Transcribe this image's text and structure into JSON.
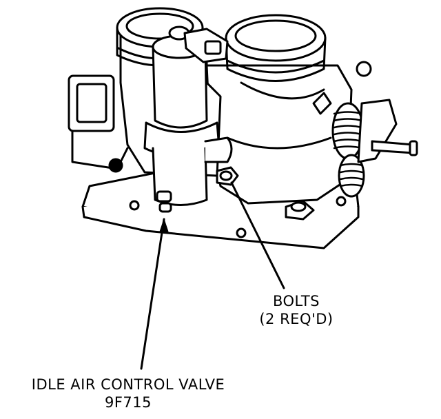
{
  "labels": {
    "bolts_line1": "BOLTS",
    "bolts_line2": "(2 REQ'D)",
    "iac_line1": "IDLE AIR CONTROL VALVE",
    "iac_line2": "9F715"
  },
  "colors": {
    "ink": "#000000",
    "paper": "#ffffff"
  }
}
